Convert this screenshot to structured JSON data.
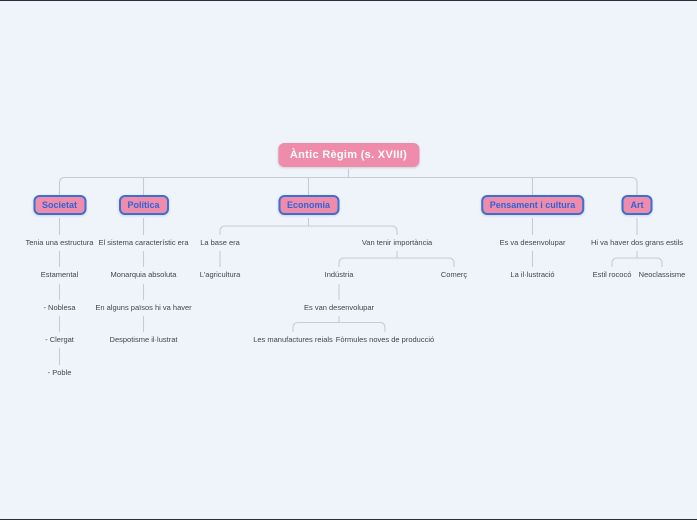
{
  "palette": {
    "background": "#eff3fa",
    "frame_line": "#25303f",
    "node_fill": "#f08cab",
    "node_border": "#3b6fd3",
    "node_text": "#2e63d8",
    "root_text": "#ffffff",
    "connector": "#c6cbd5",
    "label_text": "#40454f"
  },
  "map": {
    "root_label": "Àntic Règim (s. XVIII)",
    "branch_boxes": [
      "Societat",
      "Política",
      "Economia",
      "Pensament i cultura",
      "Art"
    ],
    "societat_chain": [
      "Tenia una estructura",
      "Estamental",
      "- Noblesa",
      "- Clergat",
      "- Poble"
    ],
    "politica_chain": [
      "El sistema característic era",
      "Monarquia absoluta",
      "En alguns països hi va haver",
      "Despotisme il·lustrat"
    ],
    "economia": {
      "base_intro": "La base era",
      "base_value": "L'agricultura",
      "importance_intro": "Van tenir importància",
      "industry": "Indústria",
      "commerce": "Comerç",
      "industry_develop": "Es van desenvolupar",
      "industry_leaf_1": "Les manufactures reials",
      "industry_leaf_2": "Fòrmules noves de producció"
    },
    "pensament": {
      "intro": "Es va desenvolupar",
      "value": "La il·lustració"
    },
    "art": {
      "intro": "Hi va haver dos grans estils",
      "style_1": "Estil rococó",
      "style_2": "Neoclassisme"
    }
  }
}
